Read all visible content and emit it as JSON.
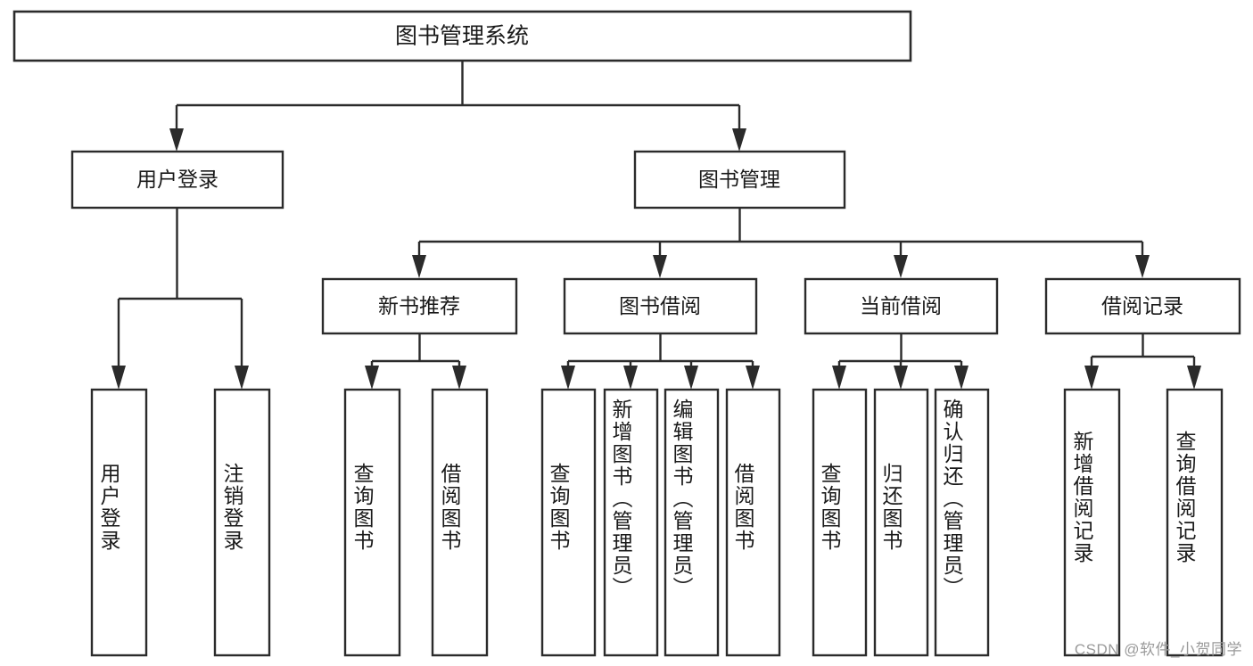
{
  "diagram": {
    "title": "图书管理系统",
    "type": "tree",
    "orientation": "top-down",
    "box_fill": "#ffffff",
    "box_stroke": "#2b2b2b",
    "text_color": "#1a1a1a",
    "background": "#ffffff"
  },
  "nodes": {
    "root": {
      "label": "图书管理系统",
      "level": 0,
      "text_dir": "horizontal"
    },
    "l1": [
      {
        "id": "user_login",
        "label": "用户登录",
        "level": 1,
        "text_dir": "horizontal"
      },
      {
        "id": "book_mgmt",
        "label": "图书管理",
        "level": 1,
        "text_dir": "horizontal"
      }
    ],
    "l2": [
      {
        "id": "new_book_rec",
        "label": "新书推荐",
        "level": 2,
        "text_dir": "horizontal"
      },
      {
        "id": "book_borrow",
        "label": "图书借阅",
        "level": 2,
        "text_dir": "horizontal"
      },
      {
        "id": "current_borrow",
        "label": "当前借阅",
        "level": 2,
        "text_dir": "horizontal"
      },
      {
        "id": "borrow_record",
        "label": "借阅记录",
        "level": 2,
        "text_dir": "horizontal"
      }
    ],
    "leaves": [
      {
        "id": "leaf_user_login",
        "label": "用户登录",
        "parent": "user_login",
        "text_dir": "vertical"
      },
      {
        "id": "leaf_user_logout",
        "label": "注销登录",
        "parent": "user_login",
        "text_dir": "vertical"
      },
      {
        "id": "leaf_rec_query",
        "label": "查询图书",
        "parent": "new_book_rec",
        "text_dir": "vertical"
      },
      {
        "id": "leaf_rec_borrow",
        "label": "借阅图书",
        "parent": "new_book_rec",
        "text_dir": "vertical"
      },
      {
        "id": "leaf_bb_query",
        "label": "查询图书",
        "parent": "book_borrow",
        "text_dir": "vertical"
      },
      {
        "id": "leaf_bb_add",
        "label": "新增图书（管理员）",
        "parent": "book_borrow",
        "text_dir": "vertical"
      },
      {
        "id": "leaf_bb_edit",
        "label": "编辑图书（管理员）",
        "parent": "book_borrow",
        "text_dir": "vertical"
      },
      {
        "id": "leaf_bb_borrow",
        "label": "借阅图书",
        "parent": "book_borrow",
        "text_dir": "vertical"
      },
      {
        "id": "leaf_cb_query",
        "label": "查询图书",
        "parent": "current_borrow",
        "text_dir": "vertical"
      },
      {
        "id": "leaf_cb_return",
        "label": "归还图书",
        "parent": "current_borrow",
        "text_dir": "vertical"
      },
      {
        "id": "leaf_cb_confirm",
        "label": "确认归还（管理员）",
        "parent": "current_borrow",
        "text_dir": "vertical"
      },
      {
        "id": "leaf_br_add",
        "label": "新增借阅记录",
        "parent": "borrow_record",
        "text_dir": "vertical"
      },
      {
        "id": "leaf_br_query",
        "label": "查询借阅记录",
        "parent": "borrow_record",
        "text_dir": "vertical"
      }
    ]
  },
  "watermark": {
    "text": "CSDN @软件_小贺同学"
  }
}
